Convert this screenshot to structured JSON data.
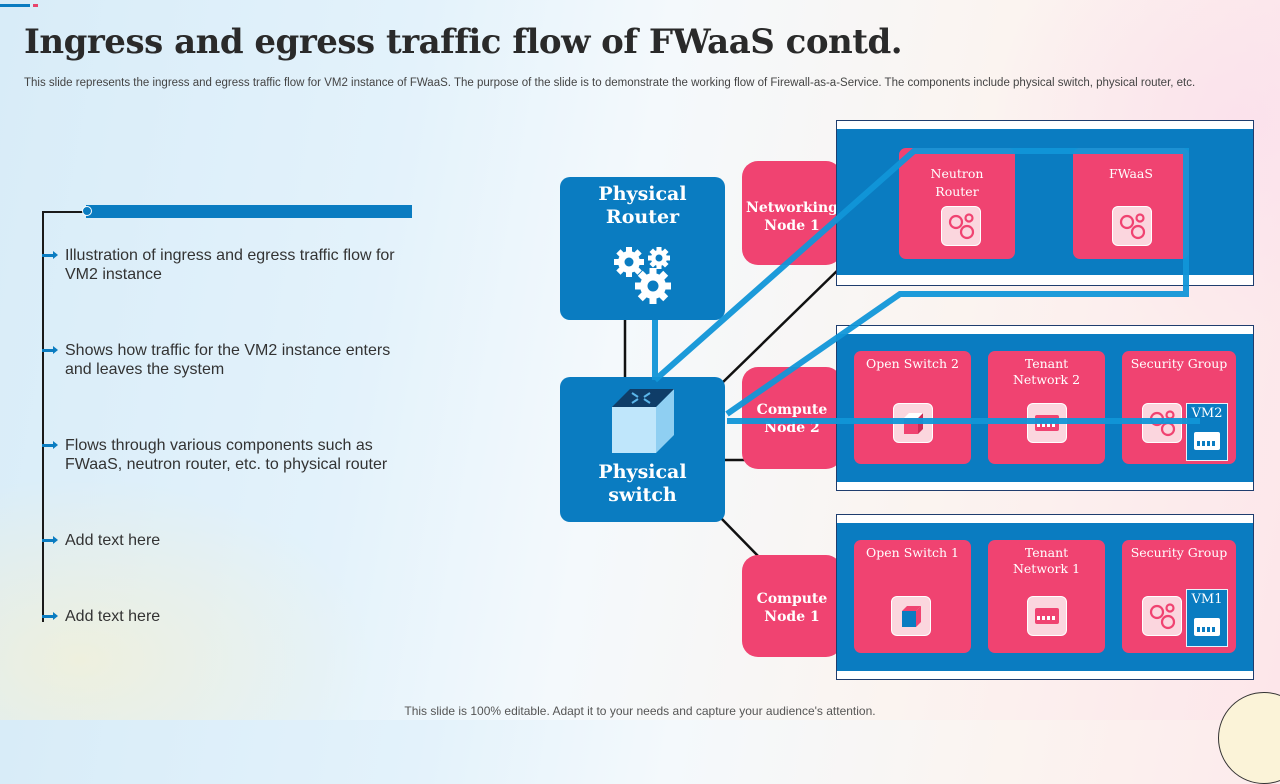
{
  "title": "Ingress and egress traffic flow of FWaaS contd.",
  "subtitle": "This slide represents the ingress and egress traffic flow for VM2  instance of FWaaS. The purpose of the slide is to demonstrate the working flow of Firewall-as-a-Service. The components include physical switch, physical router, etc.",
  "footer": "This slide is 100% editable. Adapt it to your needs and capture your audience's attention.",
  "colors": {
    "primary_blue": "#0a7cc1",
    "accent_pink": "#f04371",
    "flow_line": "#1196d8"
  },
  "timeline": [
    "Illustration  of ingress and egress traffic flow for VM2 instance",
    "Shows how traffic for the VM2 instance enters and leaves the system",
    "Flows through  various components such as FWaaS, neutron router, etc. to physical router",
    "Add text here",
    "Add text here"
  ],
  "diagram": {
    "physical_router": {
      "line1": "Physical",
      "line2": "Router",
      "icon": "gears-icon"
    },
    "physical_switch": {
      "line1": "Physical",
      "line2": "switch",
      "icon": "cube-switch-icon"
    },
    "networking_node": {
      "line1": "Networking",
      "line2": "Node 1",
      "boxes": [
        {
          "line1": "Neutron",
          "line2": "Router",
          "icon": "gears-icon"
        },
        {
          "line1": "FWaaS",
          "line2": "",
          "icon": "gears-icon"
        }
      ]
    },
    "compute_node_2": {
      "line1": "Compute",
      "line2": "Node 2",
      "boxes": [
        {
          "line1": "Open Switch 2",
          "line2": "",
          "icon": "switch-cube-icon"
        },
        {
          "line1": "Tenant",
          "line2": "Network 2",
          "icon": "server-icon"
        },
        {
          "line1": "Security Group",
          "line2": "",
          "icon": "gears-icon"
        }
      ],
      "vm": "VM2"
    },
    "compute_node_1": {
      "line1": "Compute",
      "line2": "Node 1",
      "boxes": [
        {
          "line1": "Open Switch 1",
          "line2": "",
          "icon": "switch-cube-icon"
        },
        {
          "line1": "Tenant",
          "line2": "Network 1",
          "icon": "server-icon"
        },
        {
          "line1": "Security Group",
          "line2": "",
          "icon": "gears-icon"
        }
      ],
      "vm": "VM1"
    }
  }
}
